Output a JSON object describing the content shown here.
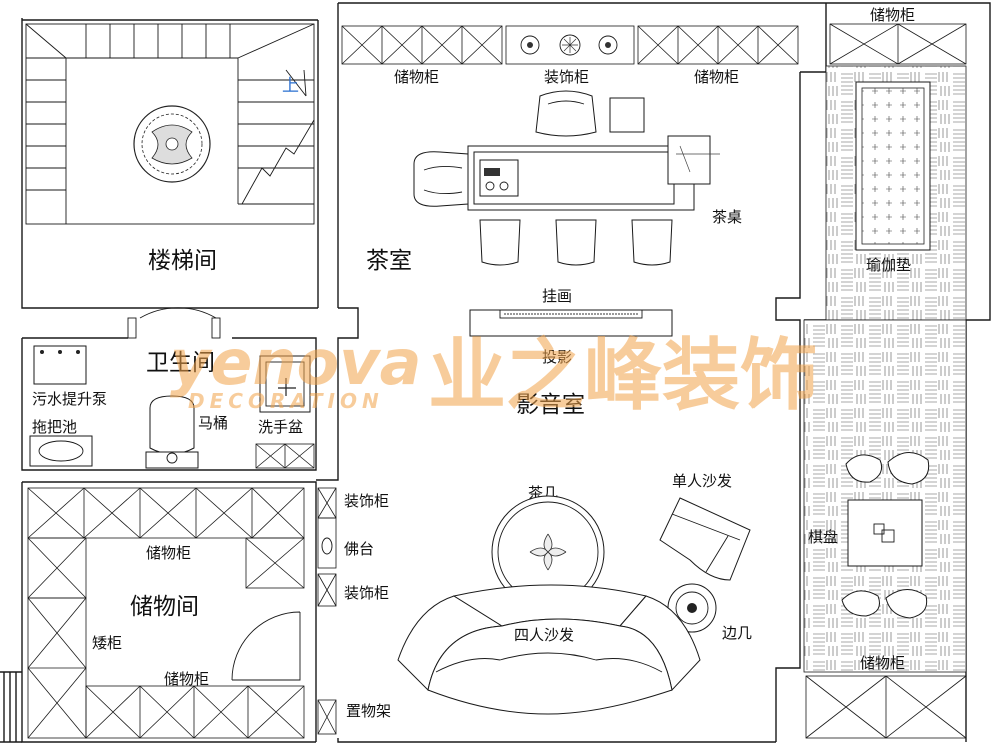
{
  "rooms": {
    "stairwell": "楼梯间",
    "tea_room": "茶室",
    "bathroom": "卫生间",
    "av_room": "影音室",
    "storage_room": "储物间"
  },
  "labels": {
    "storage_cabinet": "储物柜",
    "decor_cabinet": "装饰柜",
    "tea_table": "茶桌",
    "yoga_mat": "瑜伽垫",
    "painting": "挂画",
    "projector": "投影",
    "sewage_pump": "污水提升泵",
    "mop_sink": "拖把池",
    "toilet": "马桶",
    "wash_basin": "洗手盆",
    "tea_coffee_table": "茶几",
    "single_sofa": "单人沙发",
    "shrine": "佛台",
    "four_seat_sofa": "四人沙发",
    "side_table": "边几",
    "chess_board": "棋盘",
    "low_cabinet": "矮柜",
    "shelf": "置物架",
    "stair_up": "上"
  },
  "watermark": {
    "brand_en": "yenova",
    "brand_sub": "DECORATION",
    "brand_cn": "业之峰装饰",
    "color": "#f2a34a"
  }
}
